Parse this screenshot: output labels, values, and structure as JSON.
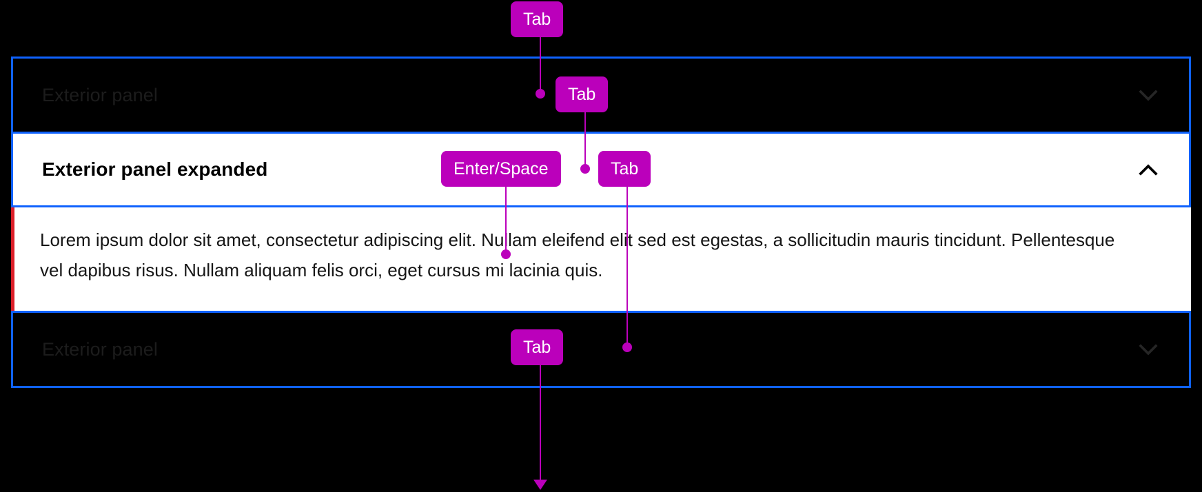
{
  "meta": {
    "background_color": "#000000",
    "focus_outline_color": "#0f62fe",
    "hint_color": "#bb00bb",
    "accent_error_color": "#da1e28",
    "panel_open_background": "#ffffff"
  },
  "panels": [
    {
      "id": "panel-1",
      "title": "Exterior panel",
      "state": "collapsed",
      "icon": "chevron-down-icon"
    },
    {
      "id": "panel-2",
      "title": "Exterior panel expanded",
      "state": "expanded",
      "icon": "chevron-up-icon",
      "body": "Lorem ipsum dolor sit amet, consectetur adipiscing elit. Nullam eleifend elit sed est egestas, a sollicitudin mauris tincidunt. Pellentesque vel dapibus risus. Nullam aliquam felis orci, eget cursus mi lacinia quis."
    },
    {
      "id": "panel-3",
      "title": "Exterior panel",
      "state": "collapsed",
      "icon": "chevron-down-icon"
    }
  ],
  "keyboard_hints": [
    {
      "id": "kbd-1",
      "label": "Tab"
    },
    {
      "id": "kbd-2",
      "label": "Tab"
    },
    {
      "id": "kbd-3",
      "label": "Enter/Space"
    },
    {
      "id": "kbd-4",
      "label": "Tab"
    },
    {
      "id": "kbd-5",
      "label": "Tab"
    }
  ]
}
